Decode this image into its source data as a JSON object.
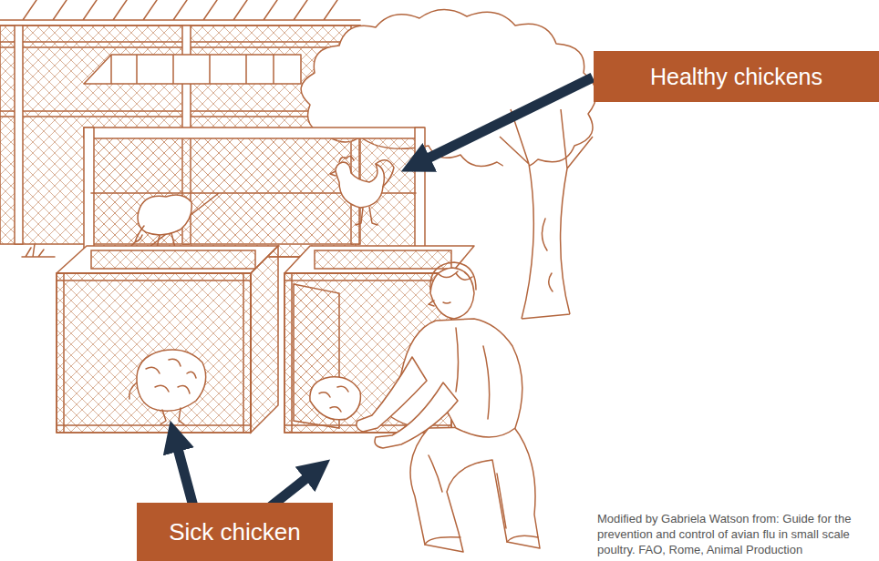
{
  "diagram": {
    "nodes": [
      {
        "text": [
          "Healthy chickens"
        ]
      },
      {
        "text": [
          "Sick chicken"
        ]
      }
    ],
    "labels": [
      "Modified by Gabriela Watson from: Guide for the prevention and control of avian flu in small scale poultry. FAO, Rome, Animal Production"
    ]
  }
}
